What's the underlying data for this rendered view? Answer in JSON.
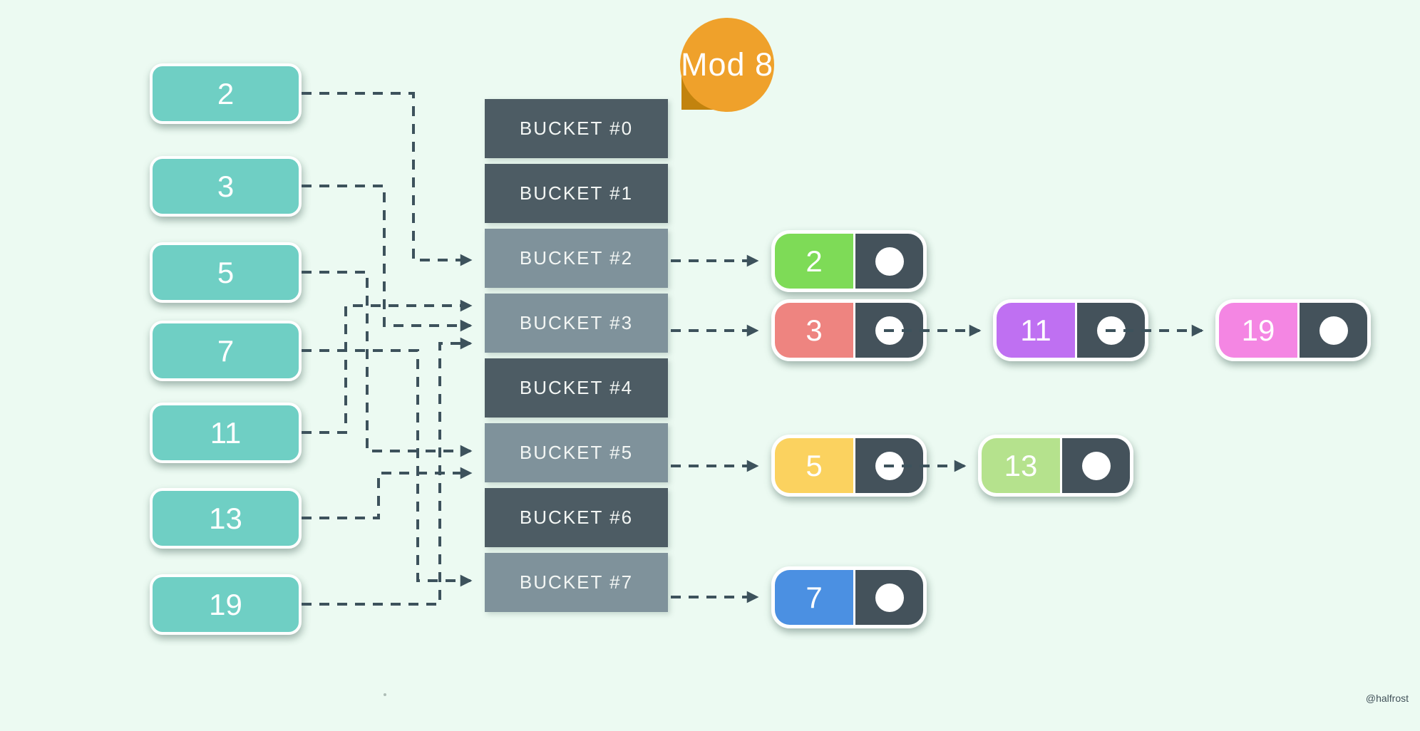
{
  "badge": {
    "label": "Mod 8",
    "color": "#efa12b",
    "tail_color": "#c2830e"
  },
  "values": {
    "box_color": "#6fcfc4",
    "items": [
      {
        "label": "2"
      },
      {
        "label": "3"
      },
      {
        "label": "5"
      },
      {
        "label": "7"
      },
      {
        "label": "11"
      },
      {
        "label": "13"
      },
      {
        "label": "19"
      }
    ]
  },
  "buckets": {
    "items": [
      {
        "label": "BUCKET #0",
        "color": "#4d5c64",
        "state": "empty"
      },
      {
        "label": "BUCKET #1",
        "color": "#4d5c64",
        "state": "empty"
      },
      {
        "label": "BUCKET #2",
        "color": "#7f929b",
        "state": "filled"
      },
      {
        "label": "BUCKET #3",
        "color": "#7f929b",
        "state": "filled"
      },
      {
        "label": "BUCKET #4",
        "color": "#4d5c64",
        "state": "empty"
      },
      {
        "label": "BUCKET #5",
        "color": "#7f929b",
        "state": "filled"
      },
      {
        "label": "BUCKET #6",
        "color": "#4d5c64",
        "state": "empty"
      },
      {
        "label": "BUCKET #7",
        "color": "#7f929b",
        "state": "filled"
      }
    ]
  },
  "nodes": {
    "pointer_color": "#44525b",
    "items": [
      {
        "label": "2",
        "color": "#7edb57",
        "bucket": "BUCKET #2",
        "next": null
      },
      {
        "label": "3",
        "color": "#ee8480",
        "bucket": "BUCKET #3",
        "next": "11"
      },
      {
        "label": "11",
        "color": "#bf70f2",
        "bucket": "BUCKET #3",
        "next": "19"
      },
      {
        "label": "19",
        "color": "#f486e3",
        "bucket": "BUCKET #3",
        "next": null
      },
      {
        "label": "5",
        "color": "#fbd25f",
        "bucket": "BUCKET #5",
        "next": "13"
      },
      {
        "label": "13",
        "color": "#b5e28d",
        "bucket": "BUCKET #5",
        "next": null
      },
      {
        "label": "7",
        "color": "#4b90e2",
        "bucket": "BUCKET #7",
        "next": null
      }
    ]
  },
  "mapping": [
    {
      "value": "2",
      "bucket": "BUCKET #2"
    },
    {
      "value": "3",
      "bucket": "BUCKET #3"
    },
    {
      "value": "5",
      "bucket": "BUCKET #5"
    },
    {
      "value": "7",
      "bucket": "BUCKET #7"
    },
    {
      "value": "11",
      "bucket": "BUCKET #3"
    },
    {
      "value": "13",
      "bucket": "BUCKET #5"
    },
    {
      "value": "19",
      "bucket": "BUCKET #3"
    }
  ],
  "watermark": "@halfrost",
  "colors": {
    "background": "#ecfaf2",
    "line": "#3d525c",
    "text": "#ffffff"
  }
}
